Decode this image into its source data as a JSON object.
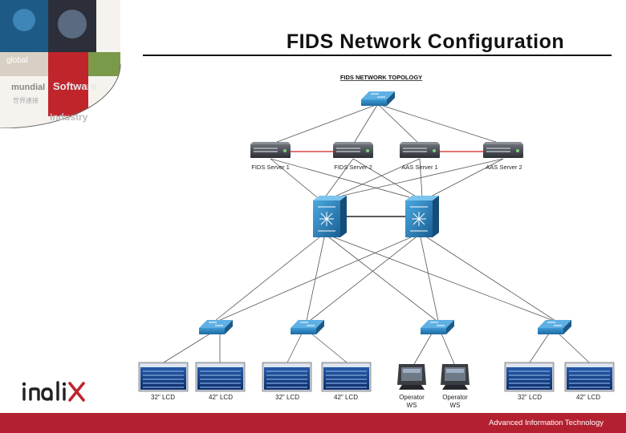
{
  "slide": {
    "title": "FIDS Network Configuration",
    "footer": "Advanced Information Technology"
  },
  "corner_logo": {
    "words": [
      "global",
      "mundial",
      "世界連接",
      "Software",
      "Industry"
    ]
  },
  "brand": {
    "logo_text": "inaliX"
  },
  "diagram": {
    "heading": "FIDS NETWORK TOPOLOGY",
    "core_switch": {
      "icon": "switch-icon"
    },
    "servers": [
      {
        "label": "FIDS Server 1",
        "icon": "rack-server-icon"
      },
      {
        "label": "FIDS Server 2",
        "icon": "rack-server-icon"
      },
      {
        "label": "AAS Server 1",
        "icon": "rack-server-icon"
      },
      {
        "label": "AAS Server 2",
        "icon": "rack-server-icon"
      }
    ],
    "distribution_switches": [
      {
        "icon": "layer3-switch-icon"
      },
      {
        "icon": "layer3-switch-icon"
      }
    ],
    "access_switches": [
      {
        "icon": "switch-icon"
      },
      {
        "icon": "switch-icon"
      },
      {
        "icon": "switch-icon"
      },
      {
        "icon": "switch-icon"
      }
    ],
    "endpoints": [
      {
        "label": "32\" LCD",
        "icon": "lcd-screen-icon"
      },
      {
        "label": "42\" LCD",
        "icon": "lcd-screen-icon"
      },
      {
        "label": "32\" LCD",
        "icon": "lcd-screen-icon"
      },
      {
        "label": "42\" LCD",
        "icon": "lcd-screen-icon"
      },
      {
        "label": "Operator",
        "label2": "WS",
        "icon": "touch-terminal-icon"
      },
      {
        "label": "Operator",
        "label2": "WS",
        "icon": "touch-terminal-icon"
      },
      {
        "label": "32\" LCD",
        "icon": "lcd-screen-icon"
      },
      {
        "label": "42\" LCD",
        "icon": "lcd-screen-icon"
      }
    ],
    "colors": {
      "link": "#555555",
      "redundant_link": "#d42020",
      "switch_fill": "#2a7fb8",
      "server_fill": "#3c4046",
      "accent": "#b32131"
    }
  }
}
